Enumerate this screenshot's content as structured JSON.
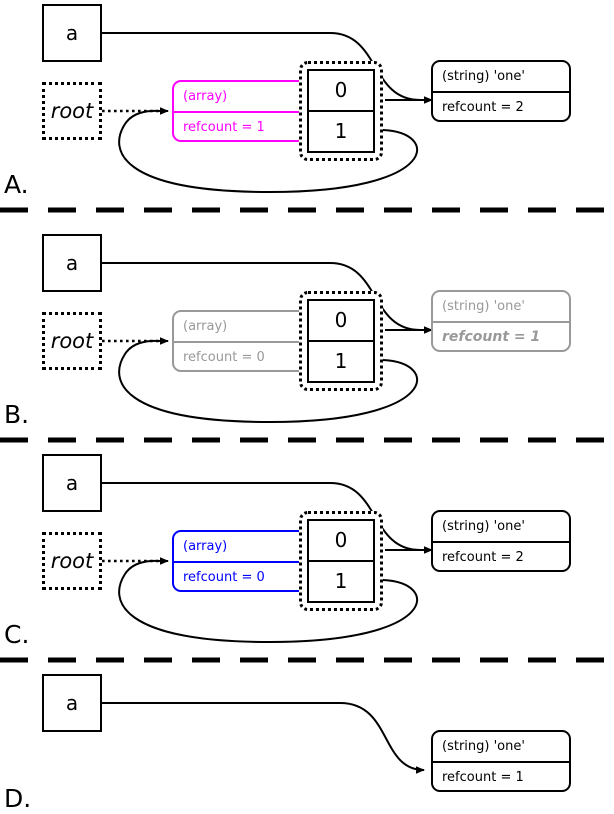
{
  "diagram": {
    "title": "PHP reference counting / garbage collection states",
    "colors": {
      "magenta": "#ff00ff",
      "blue": "#0000ff",
      "gray": "#999999",
      "black": "#000000",
      "background": "#ffffff"
    },
    "separator": "dashed-horizontal-rule"
  },
  "panels": [
    {
      "label": "A.",
      "variable": {
        "name": "a"
      },
      "root": {
        "name": "root"
      },
      "array": {
        "type_line": "(array)",
        "refcount_line": "refcount = 1",
        "color": "#ff00ff",
        "state": "highlighted-magenta"
      },
      "indices": [
        "0",
        "1"
      ],
      "string": {
        "type_line": "(string) 'one'",
        "refcount_line": "refcount = 2",
        "color": "#000000",
        "state": "normal"
      }
    },
    {
      "label": "B.",
      "variable": {
        "name": "a"
      },
      "root": {
        "name": "root"
      },
      "array": {
        "type_line": "(array)",
        "refcount_line": "refcount = 0",
        "color": "#999999",
        "state": "grayed-out"
      },
      "indices": [
        "0",
        "1"
      ],
      "string": {
        "type_line": "(string) 'one'",
        "refcount_line": "refcount = 1",
        "color": "#999999",
        "state": "grayed-out-bold-italic"
      }
    },
    {
      "label": "C.",
      "variable": {
        "name": "a"
      },
      "root": {
        "name": "root"
      },
      "array": {
        "type_line": "(array)",
        "refcount_line": "refcount = 0",
        "color": "#0000ff",
        "state": "highlighted-blue"
      },
      "indices": [
        "0",
        "1"
      ],
      "string": {
        "type_line": "(string) 'one'",
        "refcount_line": "refcount = 2",
        "color": "#000000",
        "state": "normal"
      }
    },
    {
      "label": "D.",
      "variable": {
        "name": "a"
      },
      "root": null,
      "array": null,
      "indices": [],
      "string": {
        "type_line": "(string) 'one'",
        "refcount_line": "refcount = 1",
        "color": "#000000",
        "state": "normal"
      }
    }
  ]
}
